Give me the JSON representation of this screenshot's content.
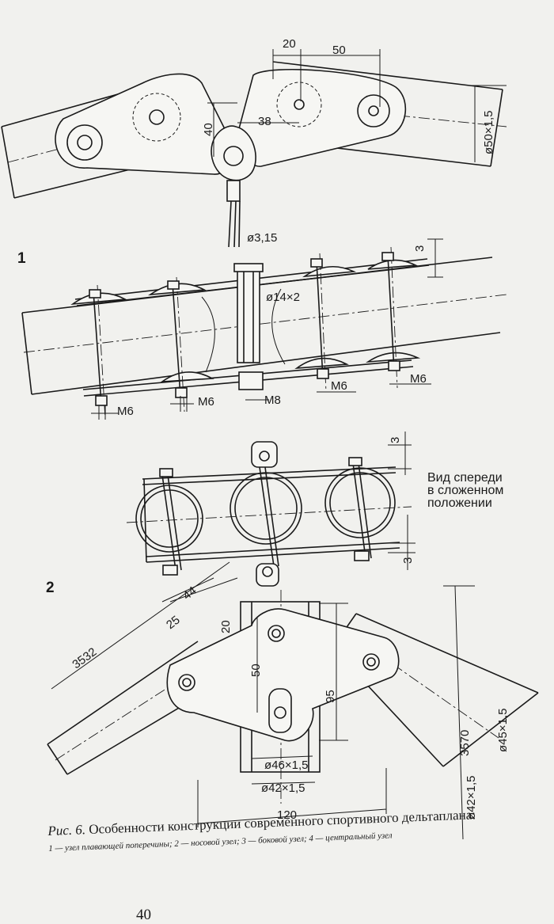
{
  "figure": {
    "labels": {
      "node1": "1",
      "node2": "2"
    },
    "dimensions": {
      "d20_top": "20",
      "d50_top": "50",
      "d40": "40",
      "d38": "38",
      "tube_top": "ø50×1,5",
      "cable": "ø3,15",
      "d3_top": "3",
      "pipe_14": "ø14×2",
      "m6_a": "M6",
      "m6_b": "M6",
      "m8": "M8",
      "m6_c": "M6",
      "m6_d": "M6",
      "d3_front_top": "3",
      "d3_front_bottom": "3",
      "d25": "25",
      "d44": "44",
      "d20_nose": "20",
      "d3532": "3532",
      "d50_nose": "50",
      "d95": "95",
      "d3570": "3570",
      "tube_45": "ø45×1,5",
      "tube_42_side": "ø42×1,5",
      "tube_46": "ø46×1,5",
      "tube_42": "ø42×1,5",
      "d120": "120"
    },
    "side_note": [
      "Вид спереди",
      "в сложенном",
      "положении"
    ]
  },
  "caption": {
    "title_label": "Рис. 6.",
    "title_text": "Особенности конструкции современного спортивного дельтаплана:",
    "legend": "1 — узел плавающей поперечины; 2 — носовой узел; 3 — боковой узел; 4 — центральный узел"
  },
  "page_number": "40"
}
